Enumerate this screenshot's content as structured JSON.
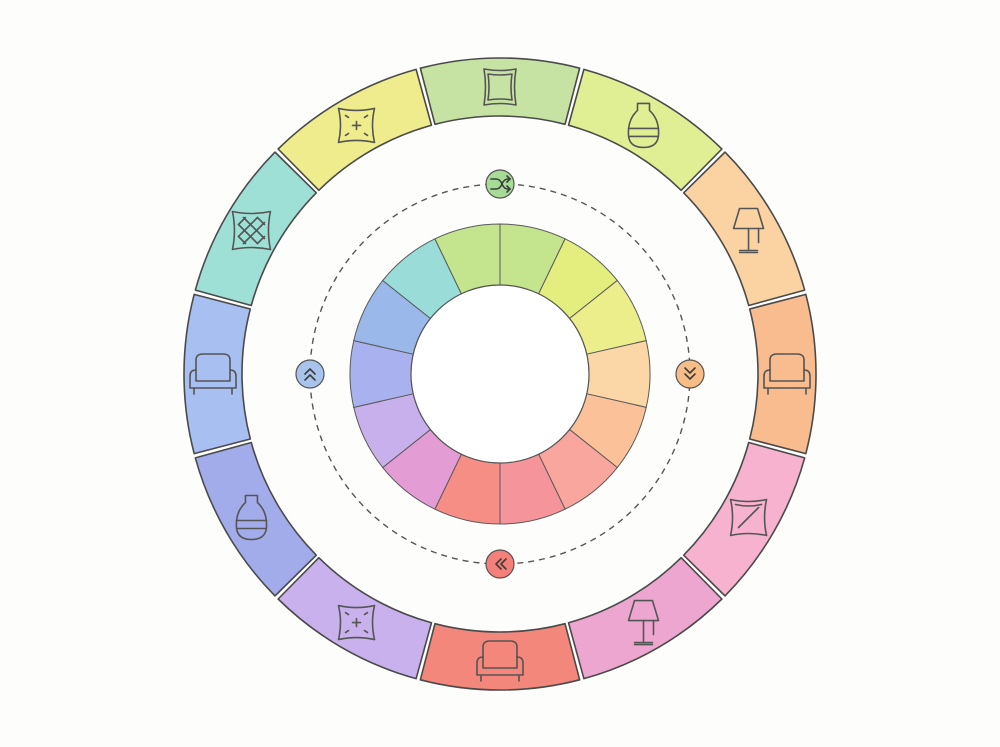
{
  "tiles": [
    {
      "id": "pillow-plain",
      "icon": "pillow-icon",
      "color": "#c6e3a4"
    },
    {
      "id": "vase-lime",
      "icon": "vase-icon",
      "color": "#e0ee94"
    },
    {
      "id": "lamp-peach",
      "icon": "table-lamp-icon",
      "color": "#fbd3a2"
    },
    {
      "id": "armchair-orange",
      "icon": "armchair-icon",
      "color": "#f9bc8e"
    },
    {
      "id": "pillow-pink",
      "icon": "pillow-diagonal-icon",
      "color": "#f6b2ce"
    },
    {
      "id": "lamp-magenta",
      "icon": "table-lamp-icon",
      "color": "#eda6cf"
    },
    {
      "id": "armchair-red",
      "icon": "armchair-icon",
      "color": "#f4877b"
    },
    {
      "id": "pillow-lavender",
      "icon": "pillow-tufted-icon",
      "color": "#c8b1ec"
    },
    {
      "id": "vase-periwinkle",
      "icon": "vase-icon",
      "color": "#a3acea"
    },
    {
      "id": "armchair-blue",
      "icon": "armchair-icon",
      "color": "#a7bff1"
    },
    {
      "id": "pillow-teal",
      "icon": "pillow-quilted-icon",
      "color": "#9fe0d6"
    },
    {
      "id": "pillow-yellow",
      "icon": "pillow-tufted-icon",
      "color": "#eeec8c"
    }
  ],
  "ring_colors": [
    "#c4e58e",
    "#e3ee7e",
    "#ecee8c",
    "#fbd6a6",
    "#fbc299",
    "#f8a69e",
    "#f6949c",
    "#f78e86",
    "#e49cd4",
    "#c8b0ec",
    "#a9b2ee",
    "#9ab9ea",
    "#9adcd8",
    "#c4e58e"
  ],
  "controls": [
    {
      "name": "shuffle-button",
      "icon": "shuffle-icon",
      "color": "#a6dc96"
    },
    {
      "name": "next-button",
      "icon": "chevrons-down-icon",
      "color": "#f7bd86"
    },
    {
      "name": "previous-button",
      "icon": "chevrons-left-icon",
      "color": "#f58079"
    },
    {
      "name": "up-button",
      "icon": "chevrons-up-icon",
      "color": "#a8c4ec"
    }
  ]
}
